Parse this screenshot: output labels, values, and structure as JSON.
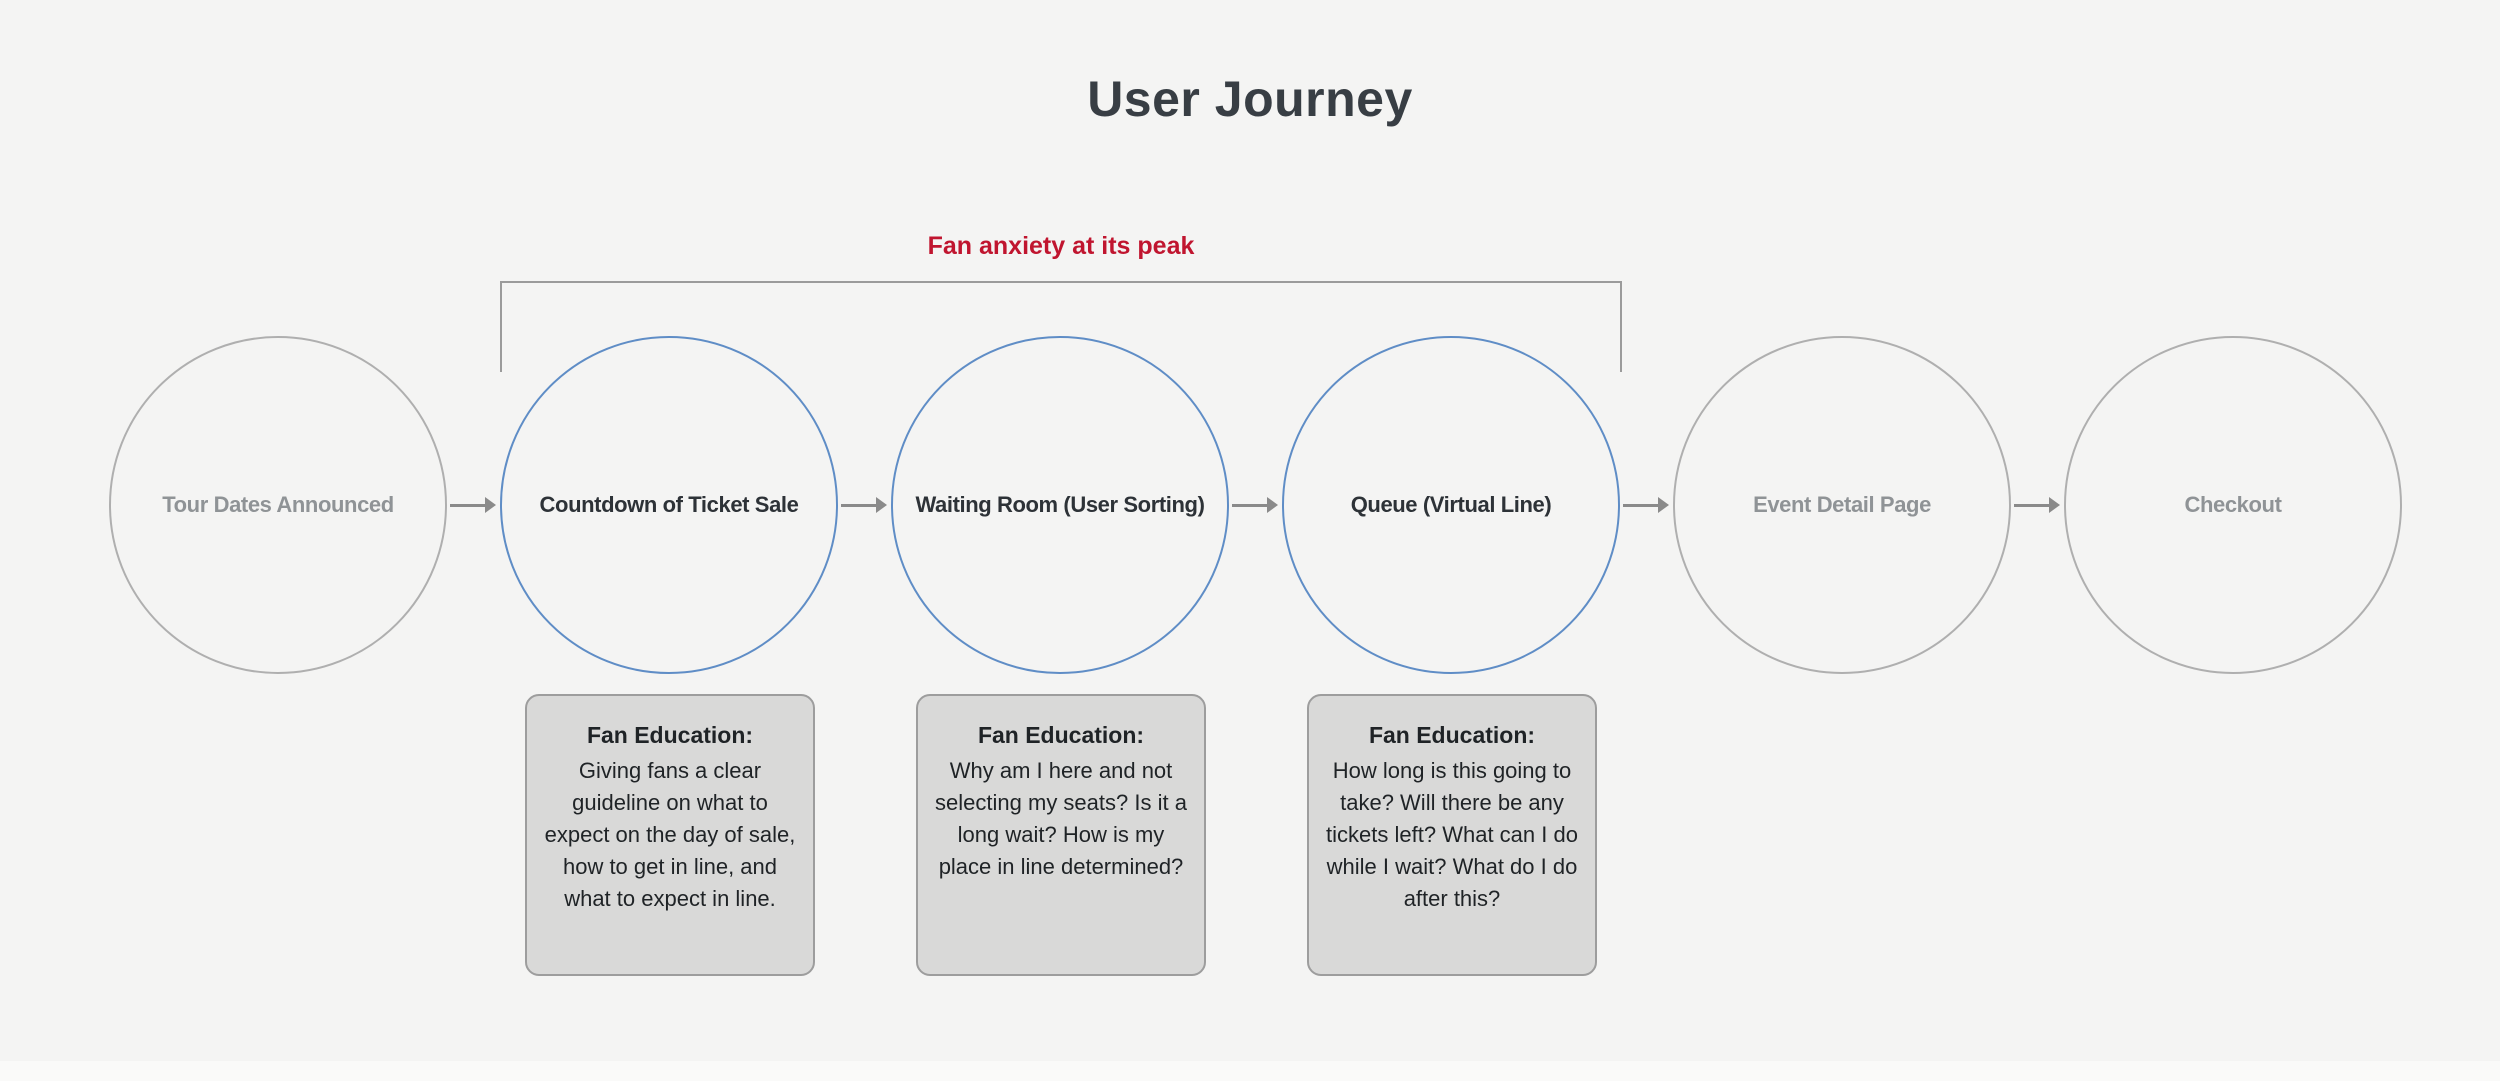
{
  "page": {
    "title": "User Journey"
  },
  "annotation": {
    "label": "Fan anxiety at its peak"
  },
  "journey": {
    "steps": [
      {
        "label": "Tour Dates Announced",
        "highlighted": false
      },
      {
        "label": "Countdown of Ticket Sale",
        "highlighted": true,
        "note_title": "Fan Education:",
        "note_body": "Giving fans a clear guideline on what to expect on the day of sale, how to get in line, and what to expect in line."
      },
      {
        "label": "Waiting Room (User Sorting)",
        "highlighted": true,
        "note_title": "Fan Education:",
        "note_body": "Why am I here and not selecting my seats? Is it a long wait? How is my place in line determined?"
      },
      {
        "label": "Queue (Virtual Line)",
        "highlighted": true,
        "note_title": "Fan Education:",
        "note_body": "How long is this going to take? Will there be any tickets left? What can I do while I wait? What do I do after this?"
      },
      {
        "label": "Event Detail Page",
        "highlighted": false
      },
      {
        "label": "Checkout",
        "highlighted": false
      }
    ]
  },
  "colors": {
    "background": "#F4F4F3",
    "title_text": "#383E44",
    "annotation_red": "#C0152F",
    "highlight_circle_stroke": "#5F8DC6",
    "default_circle_stroke": "#AFAFAF",
    "default_label_text": "#8F9396",
    "highlight_label_text": "#2D3237",
    "arrow": "#8A8A8A",
    "bracket": "#9B9B9B",
    "note_fill": "#D9D9D8",
    "note_border": "#9D9D9D"
  }
}
